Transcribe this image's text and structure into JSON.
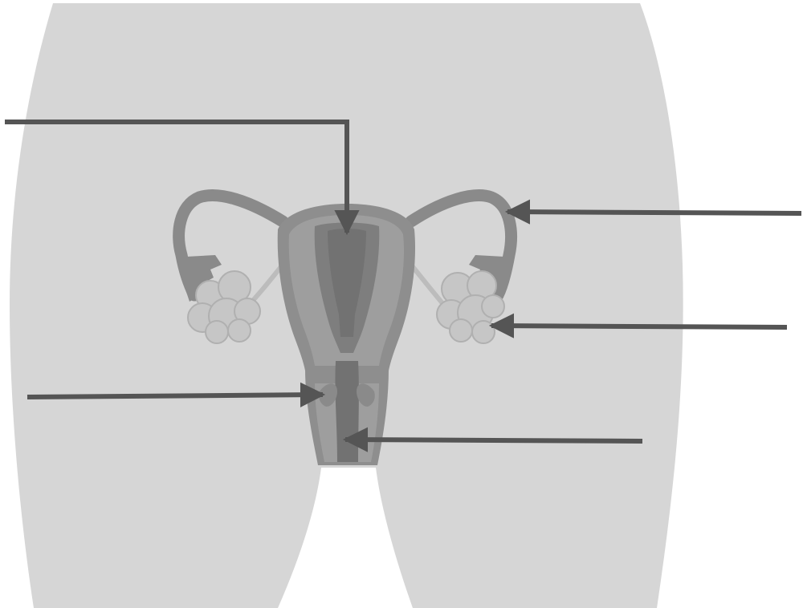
{
  "diagram": {
    "subject": "female-reproductive-system",
    "colors": {
      "background": "#ffffff",
      "body_silhouette": "#d6d6d6",
      "uterus_outer": "#8e8e8e",
      "uterus_wall": "#9e9e9e",
      "uterus_inner": "#7e7e7e",
      "cavity": "#727272",
      "tube": "#8a8a8a",
      "ovary": "#c6c6c6",
      "ovary_outline": "#b0b0b0",
      "pointer": "#555555"
    },
    "pointers": [
      {
        "id": "uterus-pointer",
        "target": "uterus",
        "label": ""
      },
      {
        "id": "fallopian-tube-pointer",
        "target": "fallopian-tube",
        "label": ""
      },
      {
        "id": "ovary-pointer",
        "target": "ovary",
        "label": ""
      },
      {
        "id": "cervix-pointer",
        "target": "cervix",
        "label": ""
      },
      {
        "id": "vagina-pointer",
        "target": "vagina",
        "label": ""
      }
    ]
  }
}
